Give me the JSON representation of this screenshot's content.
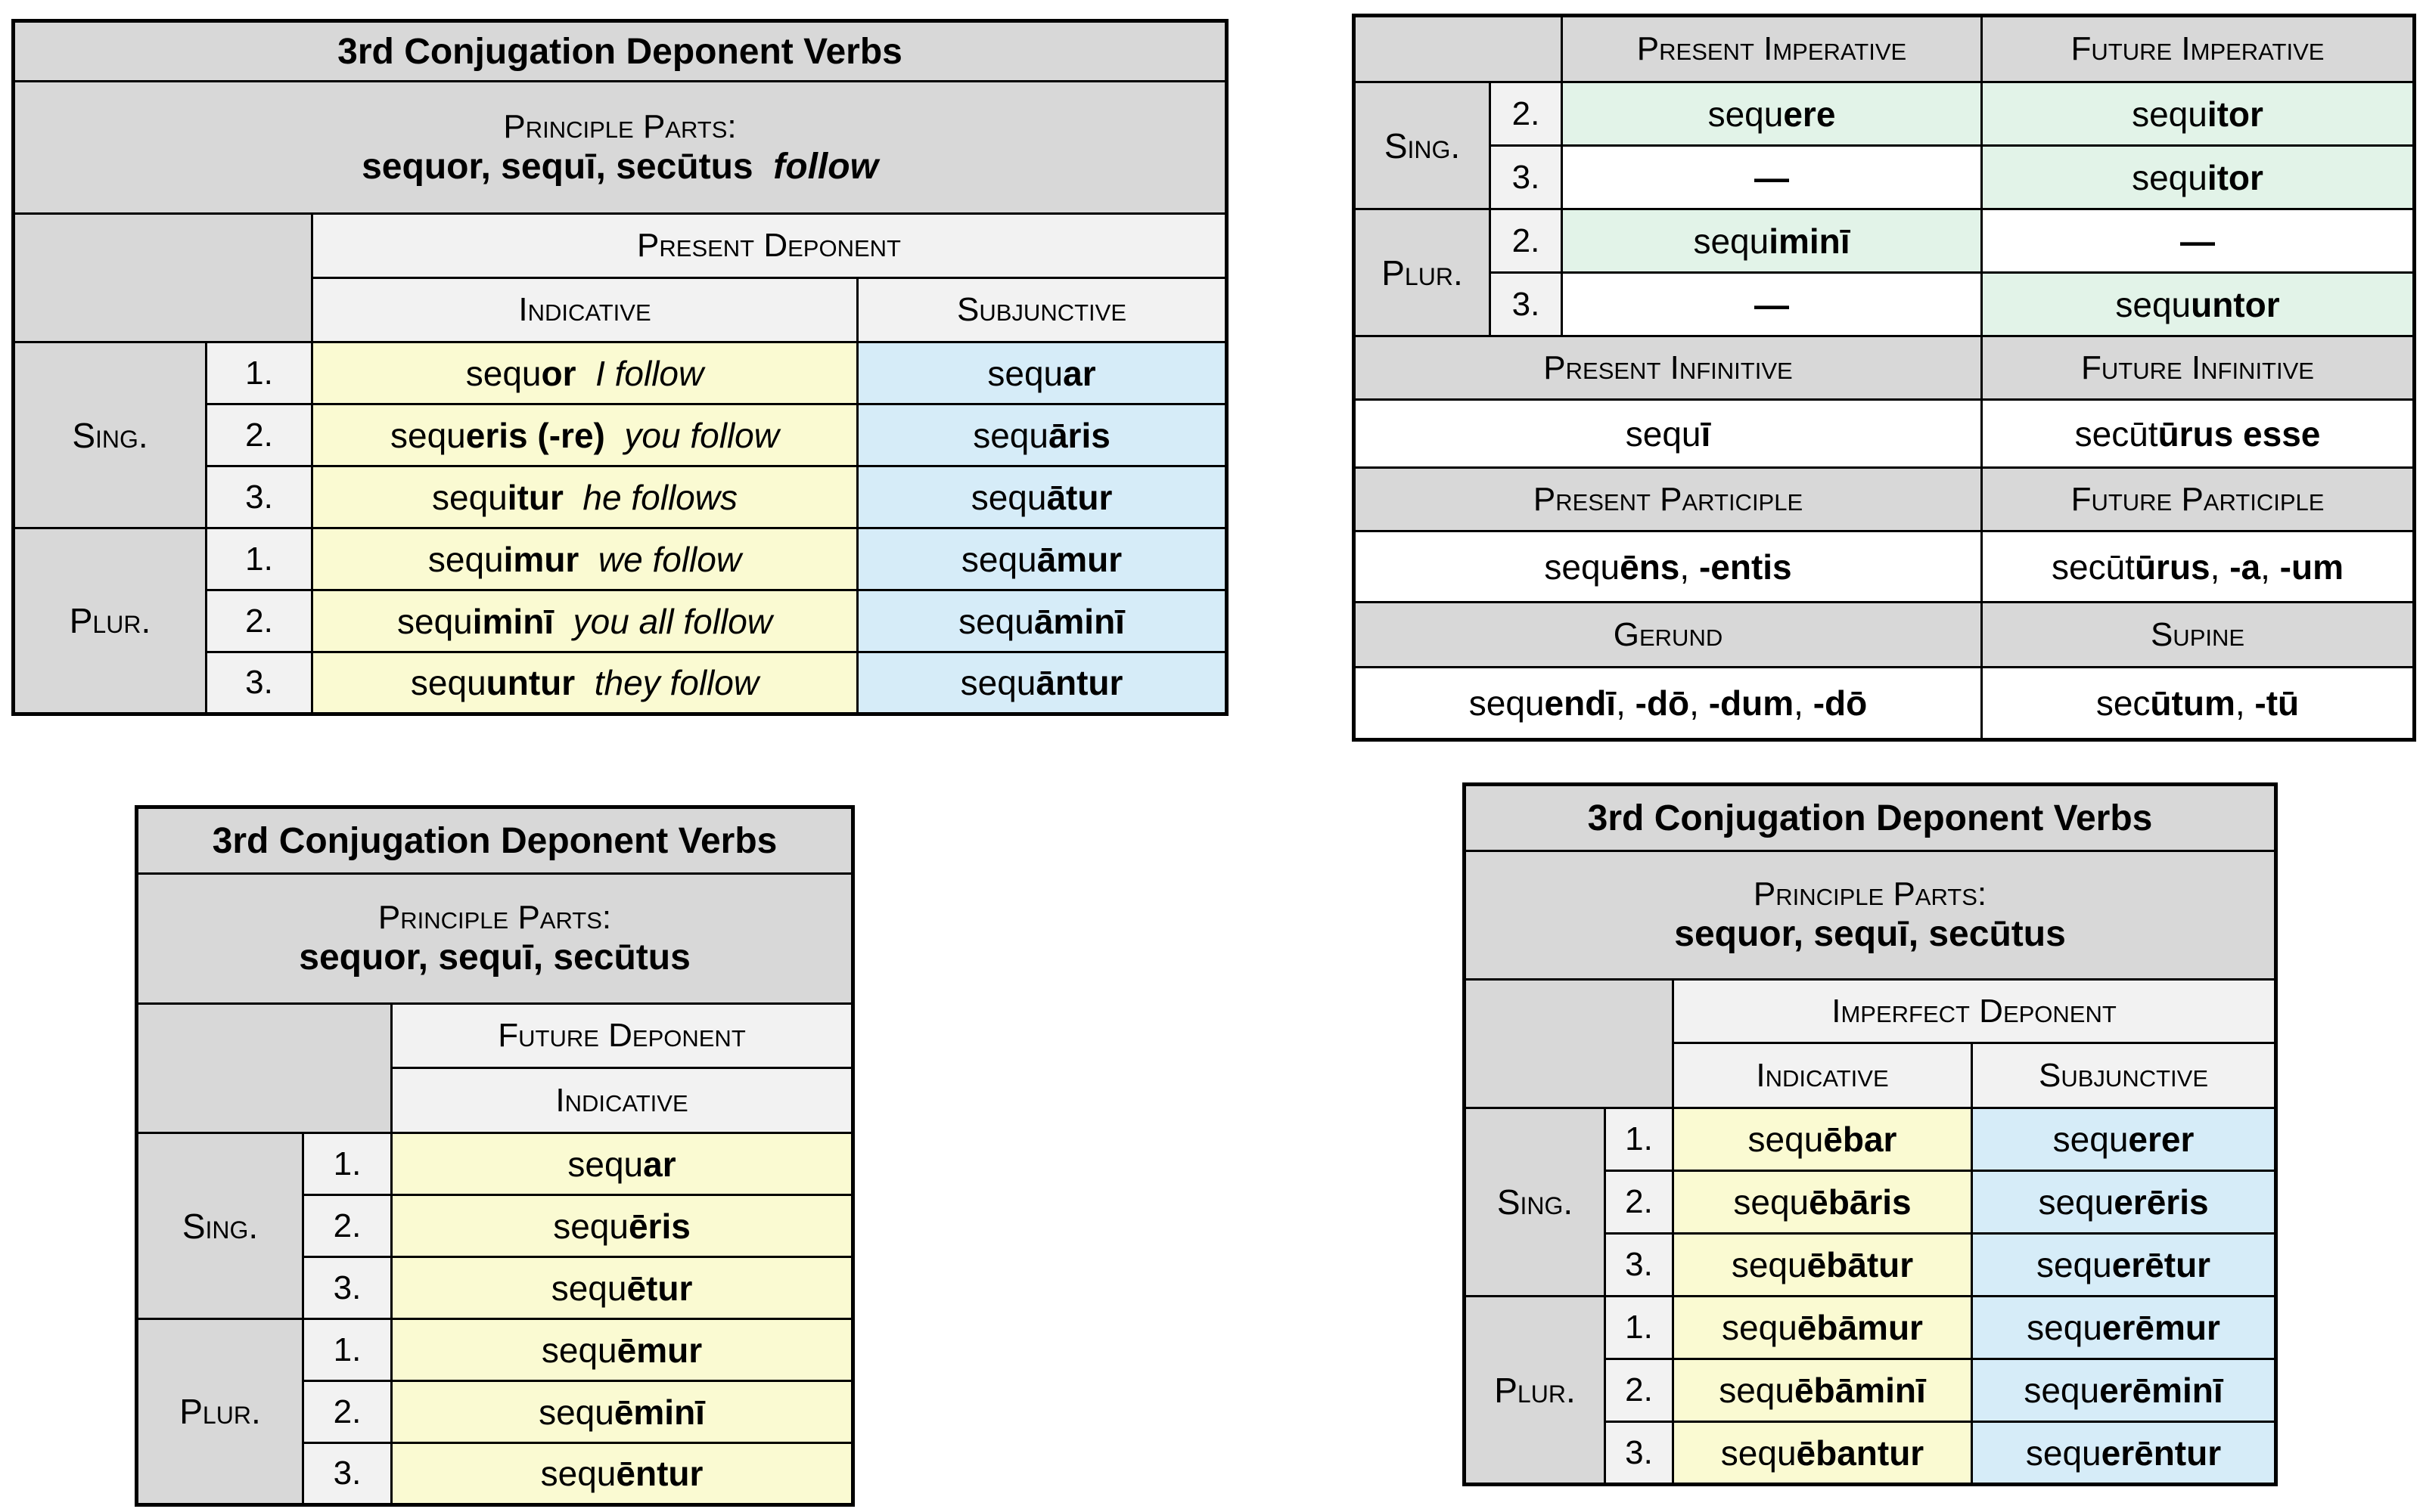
{
  "colors": {
    "header_gray": "#d8d8d8",
    "subheader_gray": "#f2f2f2",
    "indicative_yellow": "#fafad2",
    "subjunctive_blue": "#d6ecf8",
    "imperative_green": "#e2f3e8",
    "border_black": "#000000",
    "page_white": "#ffffff"
  },
  "labels": {
    "sing": "Sing.",
    "plur": "Plur.",
    "dash": "—"
  },
  "present_table": {
    "title": "3rd Conjugation Deponent Verbs",
    "parts_label": "Principle Parts:",
    "parts": [
      [
        "sequor, sequī, secūtus",
        "b"
      ],
      "  ",
      [
        "follow",
        "bi"
      ]
    ],
    "tense": "Present Deponent",
    "indicative": "Indicative",
    "subjunctive": "Subjunctive",
    "rows": [
      {
        "num": "1.",
        "ind": [
          "sequ",
          [
            "or",
            "b"
          ],
          "  ",
          [
            "I follow",
            "i"
          ]
        ],
        "subj": [
          "sequ",
          [
            "ar",
            "b"
          ]
        ]
      },
      {
        "num": "2.",
        "ind": [
          "sequ",
          [
            "eris",
            "b"
          ],
          " ",
          [
            "(-re)",
            "b"
          ],
          "  ",
          [
            "you follow",
            "i"
          ]
        ],
        "subj": [
          "sequ",
          [
            "āris",
            "b"
          ]
        ]
      },
      {
        "num": "3.",
        "ind": [
          "sequ",
          [
            "itur",
            "b"
          ],
          "  ",
          [
            "he follows",
            "i"
          ]
        ],
        "subj": [
          "sequ",
          [
            "ātur",
            "b"
          ]
        ]
      },
      {
        "num": "1.",
        "ind": [
          "sequ",
          [
            "imur",
            "b"
          ],
          "  ",
          [
            "we follow",
            "i"
          ]
        ],
        "subj": [
          "sequ",
          [
            "āmur",
            "b"
          ]
        ]
      },
      {
        "num": "2.",
        "ind": [
          "sequ",
          [
            "iminī",
            "b"
          ],
          "  ",
          [
            "you all follow",
            "i"
          ]
        ],
        "subj": [
          "sequ",
          [
            "āminī",
            "b"
          ]
        ]
      },
      {
        "num": "3.",
        "ind": [
          "sequ",
          [
            "untur",
            "b"
          ],
          "  ",
          [
            "they follow",
            "i"
          ]
        ],
        "subj": [
          "sequ",
          [
            "āntur",
            "b"
          ]
        ]
      }
    ]
  },
  "imperative_table": {
    "present_imperative": "Present Imperative",
    "future_imperative": "Future Imperative",
    "rows": [
      {
        "num": "2.",
        "pres": [
          "sequ",
          [
            "ere",
            "b"
          ]
        ],
        "fut": [
          "sequ",
          [
            "itor",
            "b"
          ]
        ]
      },
      {
        "num": "3.",
        "pres": [
          [
            "—",
            "b"
          ]
        ],
        "fut": [
          "sequ",
          [
            "itor",
            "b"
          ]
        ]
      },
      {
        "num": "2.",
        "pres": [
          "sequ",
          [
            "iminī",
            "b"
          ]
        ],
        "fut": [
          [
            "—",
            "b"
          ]
        ]
      },
      {
        "num": "3.",
        "pres": [
          [
            "—",
            "b"
          ]
        ],
        "fut": [
          "sequ",
          [
            "untor",
            "b"
          ]
        ]
      }
    ],
    "present_infinitive": "Present Infinitive",
    "future_infinitive": "Future Infinitive",
    "pres_inf": [
      "sequ",
      [
        "ī",
        "b"
      ]
    ],
    "fut_inf": [
      "secūt",
      [
        "ūrus",
        "b"
      ],
      " ",
      [
        "esse",
        "b"
      ]
    ],
    "present_participle": "Present Participle",
    "future_participle": "Future Participle",
    "pres_part": [
      "sequ",
      [
        "ēns",
        "b"
      ],
      ", ",
      [
        "-entis",
        "b"
      ]
    ],
    "fut_part": [
      "secūt",
      [
        "ūrus",
        "b"
      ],
      ", ",
      [
        "-a",
        "b"
      ],
      ", ",
      [
        "-um",
        "b"
      ]
    ],
    "gerund": "Gerund",
    "supine": "Supine",
    "gerund_forms": [
      "sequ",
      [
        "endī",
        "b"
      ],
      ", ",
      [
        "-dō",
        "b"
      ],
      ", ",
      [
        "-dum",
        "b"
      ],
      ", ",
      [
        "-dō",
        "b"
      ]
    ],
    "supine_forms": [
      "sec",
      [
        "ūtum",
        "b"
      ],
      ", ",
      [
        "-tū",
        "b"
      ]
    ]
  },
  "future_table": {
    "title": "3rd Conjugation Deponent Verbs",
    "parts_label": "Principle Parts:",
    "parts": [
      [
        "sequor, sequī, secūtus",
        "b"
      ]
    ],
    "tense": "Future Deponent",
    "indicative": "Indicative",
    "rows": [
      {
        "num": "1.",
        "ind": [
          "sequ",
          [
            "ar",
            "b"
          ]
        ]
      },
      {
        "num": "2.",
        "ind": [
          "sequ",
          [
            "ēris",
            "b"
          ]
        ]
      },
      {
        "num": "3.",
        "ind": [
          "sequ",
          [
            "ētur",
            "b"
          ]
        ]
      },
      {
        "num": "1.",
        "ind": [
          "sequ",
          [
            "ēmur",
            "b"
          ]
        ]
      },
      {
        "num": "2.",
        "ind": [
          "sequ",
          [
            "ēminī",
            "b"
          ]
        ]
      },
      {
        "num": "3.",
        "ind": [
          "sequ",
          [
            "ēntur",
            "b"
          ]
        ]
      }
    ]
  },
  "imperfect_table": {
    "title": "3rd Conjugation Deponent Verbs",
    "parts_label": "Principle Parts:",
    "parts": [
      [
        "sequor, sequī, secūtus",
        "b"
      ]
    ],
    "tense": "Imperfect Deponent",
    "indicative": "Indicative",
    "subjunctive": "Subjunctive",
    "rows": [
      {
        "num": "1.",
        "ind": [
          "sequ",
          [
            "ēbar",
            "b"
          ]
        ],
        "subj": [
          "sequ",
          [
            "erer",
            "b"
          ]
        ]
      },
      {
        "num": "2.",
        "ind": [
          "sequ",
          [
            "ēbāris",
            "b"
          ]
        ],
        "subj": [
          "sequ",
          [
            "erēris",
            "b"
          ]
        ]
      },
      {
        "num": "3.",
        "ind": [
          "sequ",
          [
            "ēbātur",
            "b"
          ]
        ],
        "subj": [
          "sequ",
          [
            "erētur",
            "b"
          ]
        ]
      },
      {
        "num": "1.",
        "ind": [
          "sequ",
          [
            "ēbāmur",
            "b"
          ]
        ],
        "subj": [
          "sequ",
          [
            "erēmur",
            "b"
          ]
        ]
      },
      {
        "num": "2.",
        "ind": [
          "sequ",
          [
            "ēbāminī",
            "b"
          ]
        ],
        "subj": [
          "sequ",
          [
            "erēminī",
            "b"
          ]
        ]
      },
      {
        "num": "3.",
        "ind": [
          "sequ",
          [
            "ēbantur",
            "b"
          ]
        ],
        "subj": [
          "sequ",
          [
            "erēntur",
            "b"
          ]
        ]
      }
    ]
  }
}
